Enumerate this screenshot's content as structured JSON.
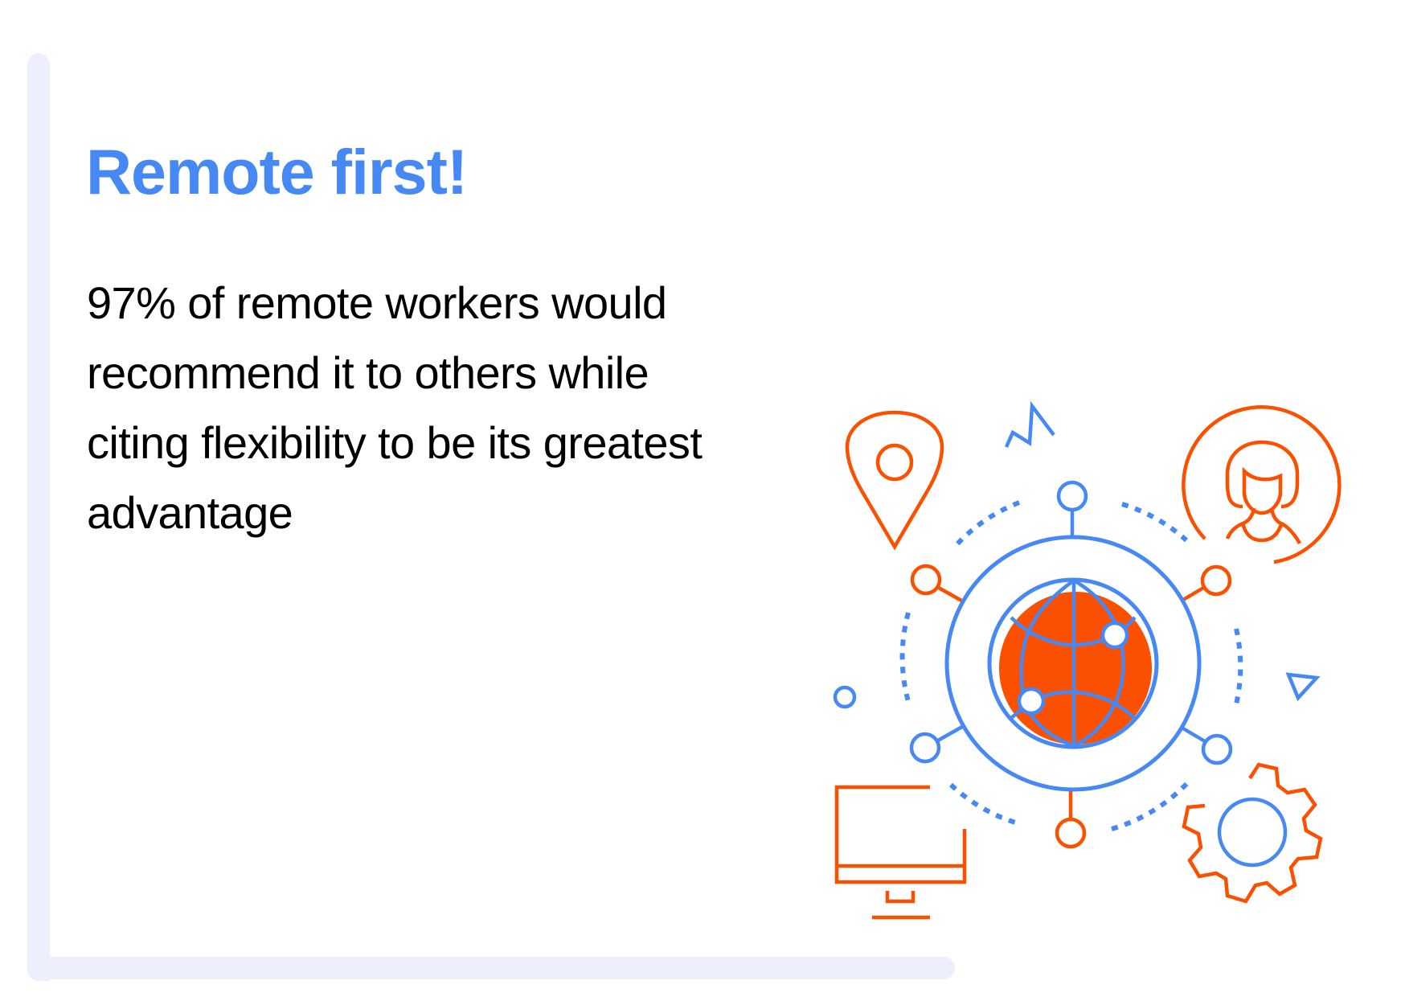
{
  "slide": {
    "title": "Remote first!",
    "body_lines": [
      "97% of remote workers would",
      "recommend it to others while",
      "citing flexibility to be its greatest",
      "advantage"
    ]
  },
  "illustration": {
    "icons": [
      "location-pin-icon",
      "zigzag-spark-icon",
      "person-avatar-icon",
      "globe-network-icon",
      "triangle-play-icon",
      "small-circle-icon",
      "monitor-icon",
      "gear-icon"
    ]
  },
  "colors": {
    "accent_blue": "#4688F4",
    "accent_orange": "#FA5000",
    "frame": "#EDF0FC",
    "text": "#000000"
  }
}
